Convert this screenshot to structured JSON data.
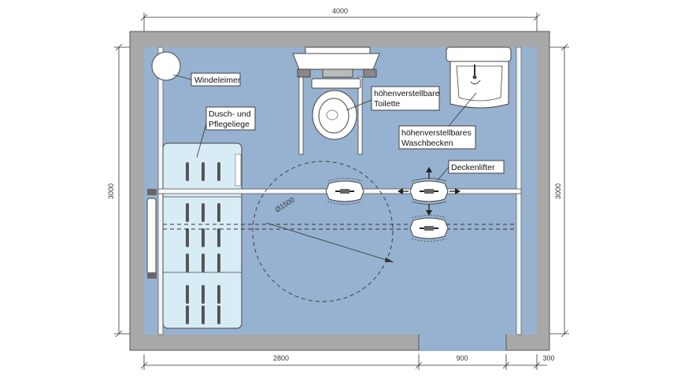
{
  "dimensions": {
    "top_width": "4000",
    "left_height": "3000",
    "right_height": "3000",
    "bottom_segment_1": "2800",
    "bottom_segment_2": "900",
    "bottom_segment_3": "300",
    "turning_circle": "Ø1500"
  },
  "labels": {
    "diaper_bin": "Windeleimer",
    "shower_bed_line1": "Dusch- und",
    "shower_bed_line2": "Pflegeliege",
    "toilet_line1": "höhenverstellbare",
    "toilet_line2": "Toilette",
    "sink_line1": "höhenverstellbares",
    "sink_line2": "Waschbecken",
    "ceiling_lift": "Deckenlifter"
  },
  "colors": {
    "floor": "#96b2d0",
    "wall": "#a8a8a8",
    "fixture": "#ffffff",
    "bed": "#d8ecf6"
  }
}
